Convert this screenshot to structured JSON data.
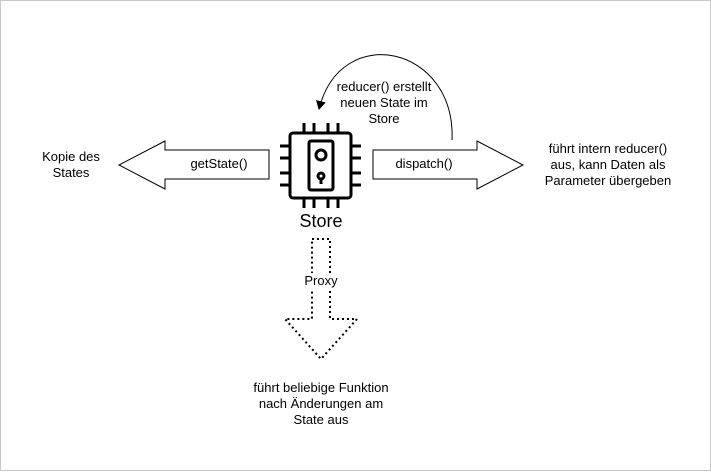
{
  "store": {
    "title": "Store",
    "icon": "chip-icon"
  },
  "left_arrow": {
    "label": "getState()",
    "result_lines": [
      "Kopie des",
      "States"
    ]
  },
  "right_arrow": {
    "label": "dispatch()",
    "description_lines": [
      "führt intern reducer()",
      "aus, kann Daten als",
      "Parameter übergeben"
    ]
  },
  "loop_arrow": {
    "label_lines": [
      "reducer() erstellt",
      "neuen State im",
      "Store"
    ]
  },
  "proxy_arrow": {
    "label": "Proxy",
    "result_lines": [
      "führt beliebige Funktion",
      "nach Änderungen am",
      "State aus"
    ]
  },
  "colors": {
    "stroke": "#000000",
    "background": "#ffffff",
    "frame": "#c8c8c8"
  }
}
